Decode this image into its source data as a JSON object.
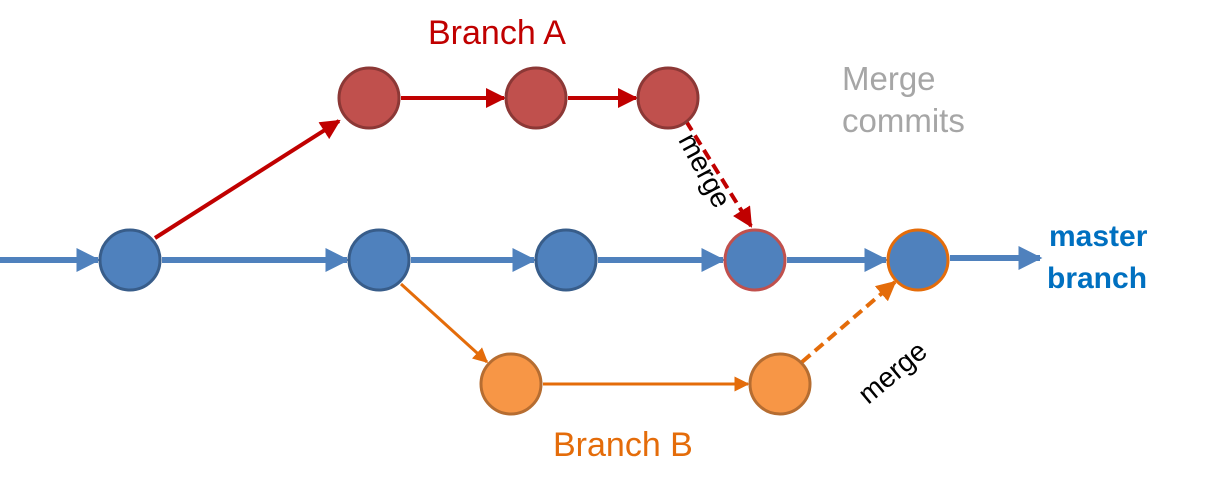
{
  "labels": {
    "branch_a": "Branch A",
    "branch_b": "Branch B",
    "merge_commits_line1": "Merge",
    "merge_commits_line2": "commits",
    "master_line1": "master",
    "master_line2": "branch",
    "merge_a": "merge",
    "merge_b": "merge"
  },
  "colors": {
    "master_fill": "#4f81bd",
    "master_stroke": "#385d8a",
    "master_line": "#4f81bd",
    "branch_a_fill": "#c0504d",
    "branch_a_stroke": "#8c3836",
    "branch_a_line": "#c00000",
    "branch_b_fill": "#f79646",
    "branch_b_stroke": "#b66d31",
    "branch_b_line": "#e46c0a",
    "branch_a_label": "#c00000",
    "branch_b_label": "#e46c0a",
    "merge_commits_label": "#a6a6a6",
    "master_label": "#0070c0"
  }
}
